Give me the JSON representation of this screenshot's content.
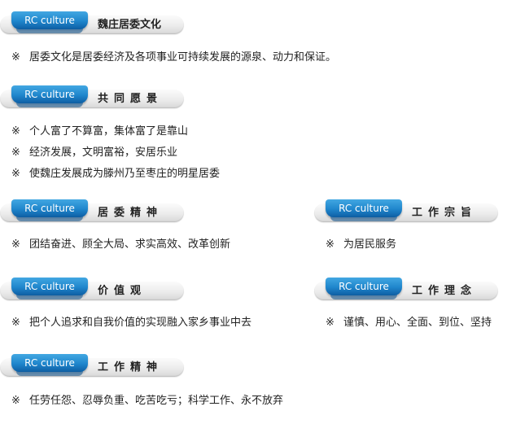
{
  "tab_label": "RC culture",
  "bullet": "※",
  "sections": [
    {
      "title": "魏庄居委文化",
      "items": [
        "居委文化是居委经济及各项事业可持续发展的源泉、动力和保证。"
      ]
    },
    {
      "title": "共同愿景",
      "items": [
        "个人富了不算富，集体富了是靠山",
        "经济发展，文明富裕，安居乐业",
        "使魏庄发展成为滕州乃至枣庄的明星居委"
      ]
    },
    {
      "title": "居委精神",
      "items": [
        "团结奋进、顾全大局、求实高效、改革创新"
      ]
    },
    {
      "title": "工作宗旨",
      "items": [
        "为居民服务"
      ]
    },
    {
      "title": "价值观",
      "items": [
        "把个人追求和自我价值的实现融入家乡事业中去"
      ]
    },
    {
      "title": "工作理念",
      "items": [
        "谨慎、用心、全面、到位、坚持"
      ]
    },
    {
      "title": "工作精神",
      "items": [
        "任劳任怨、忍辱负重、吃苦吃亏；科学工作、永不放弃"
      ]
    }
  ]
}
